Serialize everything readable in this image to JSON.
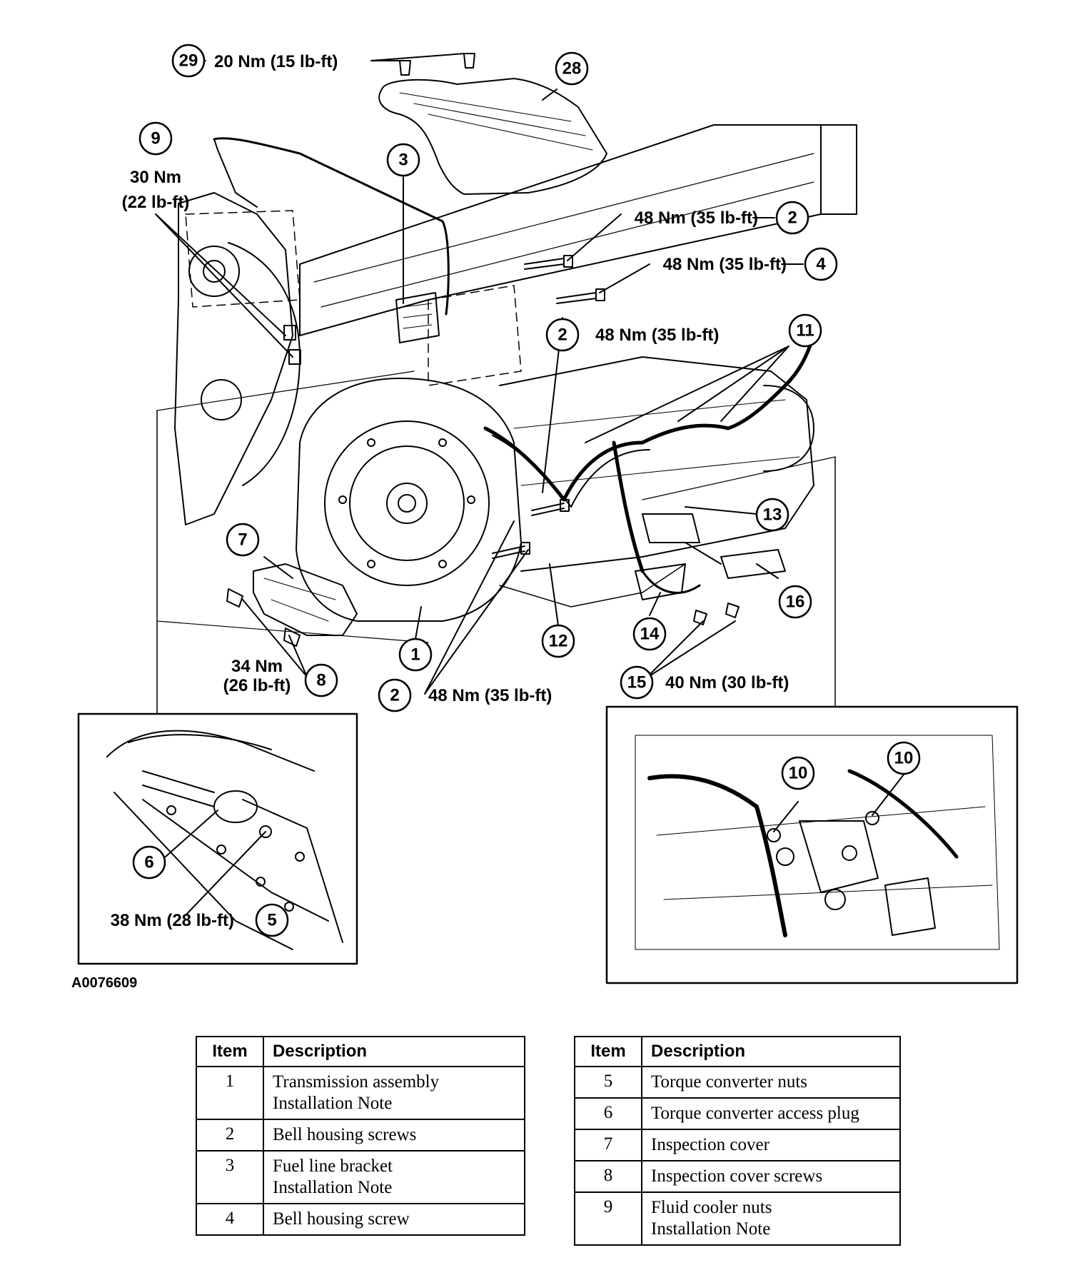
{
  "figure_id": "A0076609",
  "callouts": {
    "c29": {
      "num": "29",
      "text": "20 Nm (15 lb-ft)"
    },
    "c28": {
      "num": "28"
    },
    "c9": {
      "num": "9",
      "text_line1": "30 Nm",
      "text_line2": "(22 lb-ft)"
    },
    "c3": {
      "num": "3"
    },
    "c2_top": {
      "num": "2",
      "text": "48 Nm (35 lb-ft)"
    },
    "c4": {
      "num": "4",
      "text": "48 Nm (35 lb-ft)"
    },
    "c2_mid": {
      "num": "2",
      "text": "48 Nm (35 lb-ft)"
    },
    "c11": {
      "num": "11"
    },
    "c13": {
      "num": "13"
    },
    "c7": {
      "num": "7"
    },
    "c16": {
      "num": "16"
    },
    "c1": {
      "num": "1"
    },
    "c12": {
      "num": "12"
    },
    "c14": {
      "num": "14"
    },
    "c8": {
      "num": "8",
      "text_line1": "34 Nm",
      "text_line2": "(26 lb-ft)"
    },
    "c15": {
      "num": "15",
      "text": "40 Nm (30 lb-ft)"
    },
    "c2_bot": {
      "num": "2",
      "text": "48 Nm (35 lb-ft)"
    },
    "c6": {
      "num": "6"
    },
    "c5": {
      "num": "5",
      "text": "38 Nm (28 lb-ft)"
    },
    "c10a": {
      "num": "10"
    },
    "c10b": {
      "num": "10"
    }
  },
  "table_left": {
    "header_item": "Item",
    "header_desc": "Description",
    "rows": [
      {
        "item": "1",
        "line1": "Transmission assembly",
        "line2": "Installation Note"
      },
      {
        "item": "2",
        "line1": "Bell housing screws",
        "line2": ""
      },
      {
        "item": "3",
        "line1": "Fuel line bracket",
        "line2": "Installation Note"
      },
      {
        "item": "4",
        "line1": "Bell housing screw",
        "line2": ""
      }
    ]
  },
  "table_right": {
    "header_item": "Item",
    "header_desc": "Description",
    "rows": [
      {
        "item": "5",
        "line1": "Torque converter nuts",
        "line2": ""
      },
      {
        "item": "6",
        "line1": "Torque converter access plug",
        "line2": ""
      },
      {
        "item": "7",
        "line1": "Inspection cover",
        "line2": ""
      },
      {
        "item": "8",
        "line1": "Inspection cover screws",
        "line2": ""
      },
      {
        "item": "9",
        "line1": "Fluid cooler nuts",
        "line2": "Installation Note"
      }
    ]
  }
}
